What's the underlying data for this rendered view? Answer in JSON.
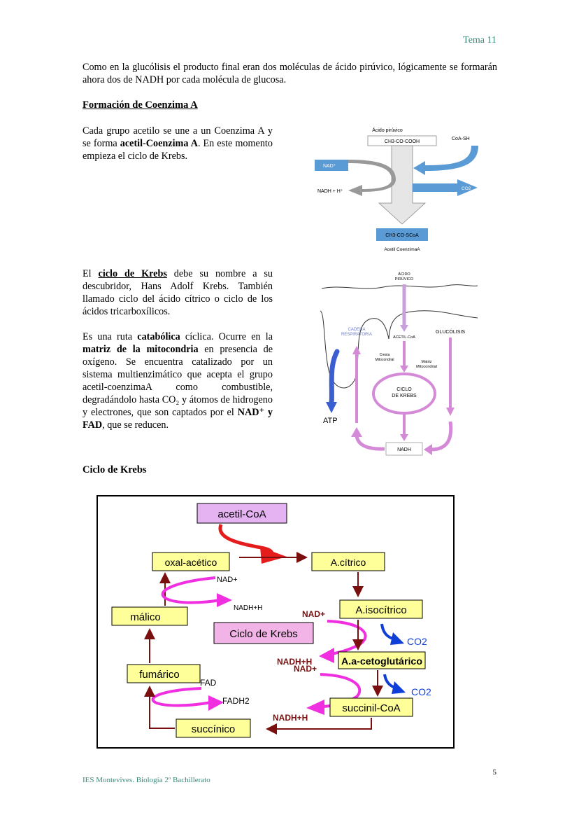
{
  "header": {
    "topic": "Tema 11"
  },
  "intro": "Como en la glucólisis el producto final eran dos moléculas de ácido pirúvico, lógicamente se formarán ahora dos de NADH por cada molécula de glucosa.",
  "section1": {
    "title": "Formación de Coenzima A",
    "text_before": "Cada grupo acetilo se une a un Coenzima A y se forma ",
    "text_bold": "acetil-Coenzima A",
    "text_after": ". En este momento empieza el ciclo de Krebs."
  },
  "fig1": {
    "title": "Ácido pirúvico",
    "top_box": "CH3-CO-COOH",
    "coa": "CoA-SH",
    "nad": "NAD⁺",
    "nadh": "NADH + H⁺",
    "co2": "CO2",
    "bottom_box": "CH3-CO-SCoA",
    "caption": "Acetil CoenzimaA"
  },
  "section2": {
    "p1_a": "El ",
    "p1_term": "ciclo de Krebs",
    "p1_b": " debe su nombre a su descubridor, Hans Adolf Krebs. También llamado ciclo del ácido cítrico o ciclo de los ácidos tricarboxílicos.",
    "p2_a": "Es una ruta ",
    "p2_bold1": "catabólica",
    "p2_b": " cíclica. Ocurre en la ",
    "p2_bold2": "matriz de la mitocondria",
    "p2_c": " en presencia de oxígeno. Se encuentra catalizado por un sistema multienzimático que acepta el grupo acetil-coenzimaA como combustible, degradándolo hasta CO₂ y átomos de hidrogeno y electrones, que son captados por el ",
    "p2_bold3": "NAD⁺ y FAD",
    "p2_d": ", que se reducen."
  },
  "fig2": {
    "acido1": "ÁCIDO",
    "acido2": "PIRÚVICO",
    "cadena1": "CADENA",
    "cadena2": "RESPIRATORIA",
    "acetil": "ACETIL-CoA",
    "glucolisis": "GLUCÓLISIS",
    "cresta1": "Cresta",
    "cresta2": "Mitocondrial",
    "matriz1": "Matriz",
    "matriz2": "Mitocondrial",
    "ciclo1": "CICLO",
    "ciclo2": "DE KREBS",
    "atp": "ATP",
    "nadh": "NADH"
  },
  "section3": {
    "title": "Ciclo de Krebs"
  },
  "krebs": {
    "acetil": "acetil-CoA",
    "oxal": "oxal-acético",
    "citrico": "A.cítrico",
    "isocitrico": "A.isocítrico",
    "malico": "málico",
    "ciclo": "Ciclo de Krebs",
    "ceto": "A.a-cetoglutárico",
    "fumarico": "fumárico",
    "succinil": "succinil-CoA",
    "succinico": "succínico",
    "nad1": "NAD+",
    "nadh1": "NADH+H",
    "nad2": "NAD+",
    "nadh2": "NADH+H",
    "nad3": "NAD+",
    "nadh3": "NADH+H",
    "co2a": "CO2",
    "co2b": "CO2",
    "fad": "FAD",
    "fadh2": "FADH2"
  },
  "footer": {
    "school": "IES Montevives. Biología 2º Bachillerato",
    "page": "5"
  }
}
